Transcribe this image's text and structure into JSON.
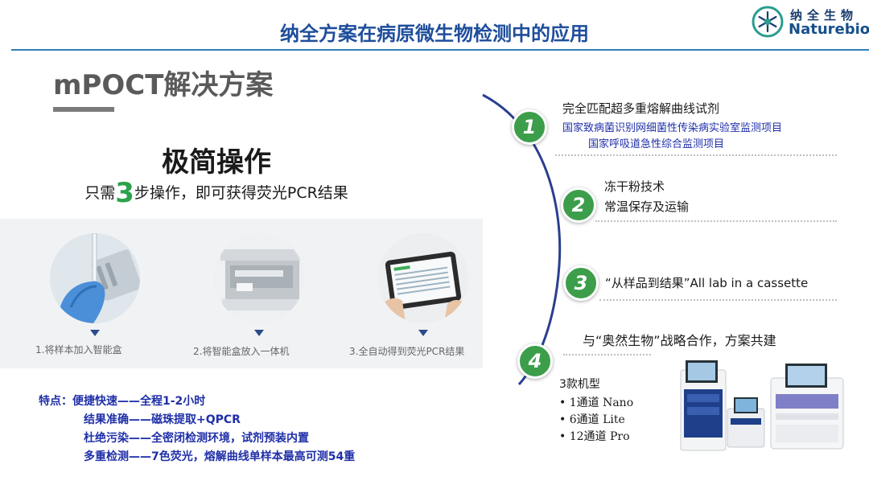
{
  "header": {
    "title": "纳全方案在病原微生物检测中的应用",
    "logo_cn": "纳全生物",
    "logo_en": "Naturebio"
  },
  "page_title": "mPOCT解决方案",
  "left": {
    "heading": "极简操作",
    "sub_pre": "只需",
    "sub_num": "3",
    "sub_post": "步操作，即可获得荧光PCR结果",
    "steps": [
      {
        "label": "1.将样本加入智能盒"
      },
      {
        "label": "2.将智能盒放入一体机"
      },
      {
        "label": "3.全自动得到荧光PCR结果"
      }
    ],
    "features": [
      "特点：便捷快速——全程1-2小时",
      "结果准确——磁珠提取+QPCR",
      "杜绝污染——全密闭检测环境，试剂预装内置",
      "多重检测——7色荧光，熔解曲线单样本最高可测54重"
    ]
  },
  "right": {
    "items": [
      {
        "num": "1",
        "title": "完全匹配超多重熔解曲线试剂",
        "lines": [
          "国家致病菌识别网细菌性传染病实验室监测项目",
          "国家呼吸道急性综合监测项目"
        ]
      },
      {
        "num": "2",
        "title": "冻干粉技术",
        "lines": [
          "常温保存及运输"
        ]
      },
      {
        "num": "3",
        "title": "“从样品到结果”All lab in a cassette",
        "lines": []
      },
      {
        "num": "4",
        "title": "与“奥然生物”战略合作，方案共建",
        "lines": []
      }
    ],
    "models_title": "3款机型",
    "models": [
      "1通道 Nano",
      "6通道 Lite",
      "12通道 Pro"
    ]
  },
  "colors": {
    "header_blue": "#1f4e9c",
    "feature_blue": "#1f2fa8",
    "number_green": "#3c9e4a",
    "accent_green": "#2ba24a"
  }
}
